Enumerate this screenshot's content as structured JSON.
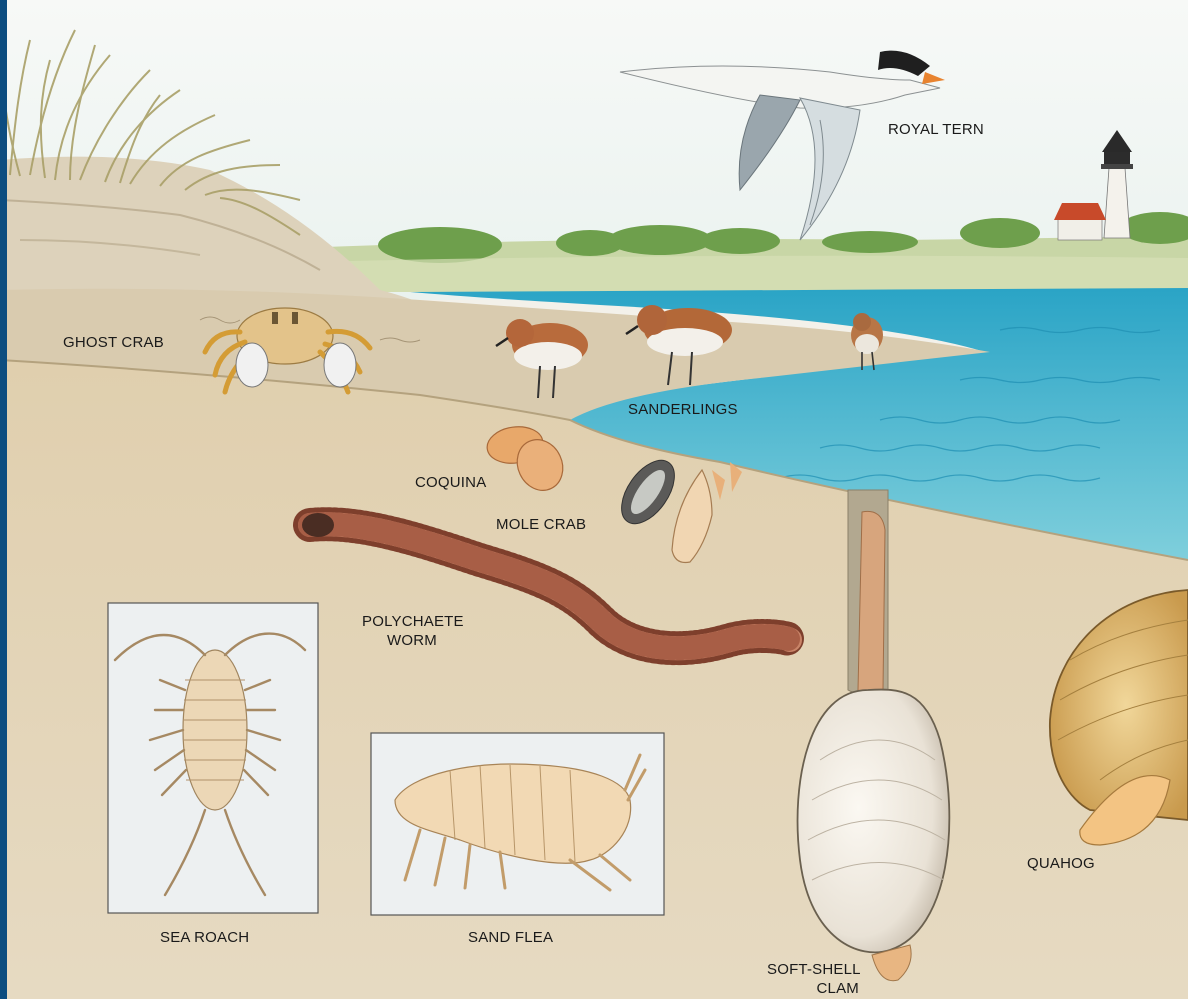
{
  "labels": {
    "royal_tern": "ROYAL TERN",
    "ghost_crab": "GHOST CRAB",
    "sanderlings": "SANDERLINGS",
    "coquina": "COQUINA",
    "mole_crab": "MOLE CRAB",
    "polychaete_worm_line1": "POLYCHAETE",
    "polychaete_worm_line2": "WORM",
    "sea_roach": "SEA ROACH",
    "sand_flea": "SAND FLEA",
    "quahog": "QUAHOG",
    "soft_shell_clam_line1": "SOFT-SHELL",
    "soft_shell_clam_line2": "CLAM"
  },
  "colors": {
    "sky": "#f1f6f4",
    "water": "#3fb1cc",
    "sand": "#e2d4b7",
    "dune": "#ddd2bb",
    "vegetation": "#72a04e",
    "edge_bar": "#0c4d80"
  }
}
